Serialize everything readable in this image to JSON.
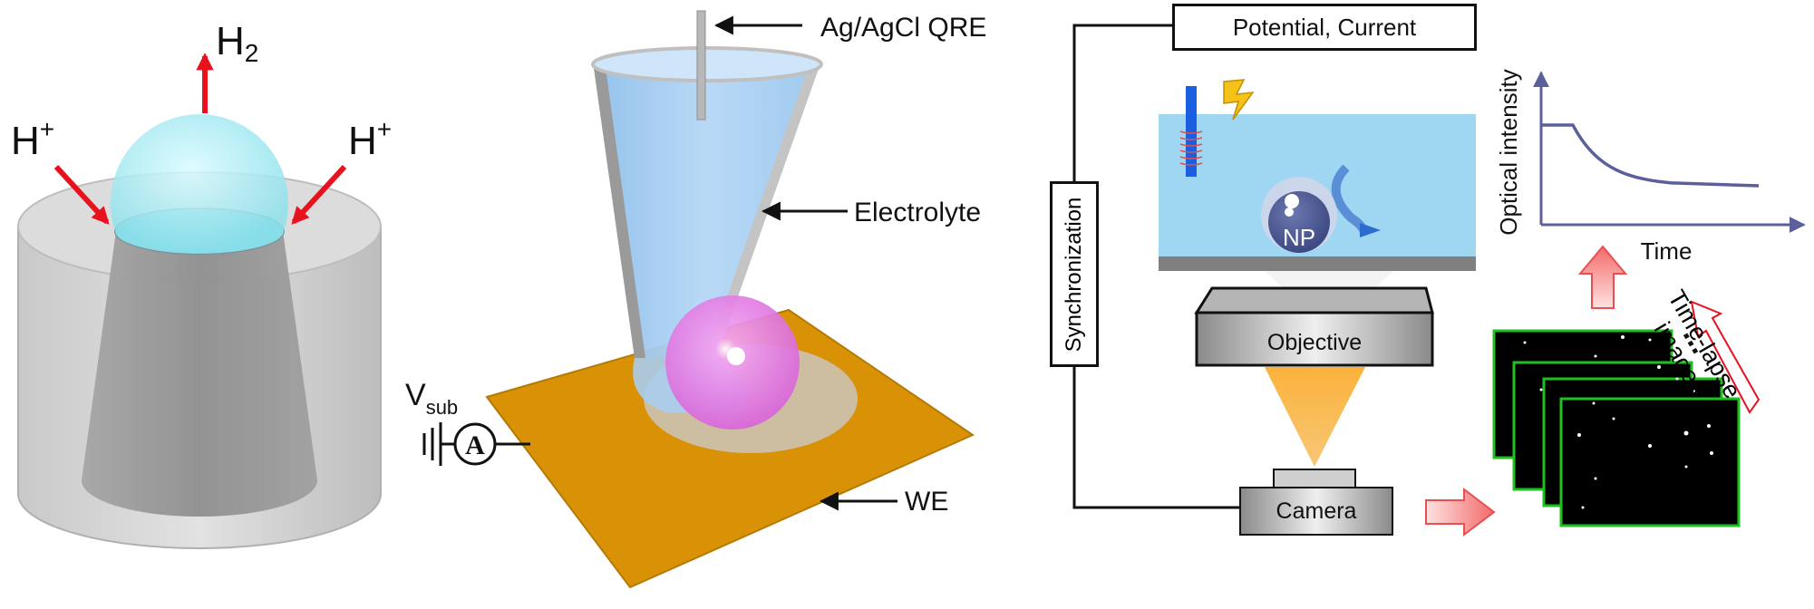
{
  "left_panel": {
    "h2_main": "H",
    "h2_sub": "2",
    "hplus_left_main": "H",
    "hplus_left_sup": "+",
    "hplus_right_main": "H",
    "hplus_right_sup": "+"
  },
  "middle_panel": {
    "reference_electrode": "Ag/AgCl QRE",
    "electrolyte": "Electrolyte",
    "working_electrode": "WE",
    "vsub_main": "V",
    "vsub_sub": "sub",
    "ammeter_symbol": "A"
  },
  "right_panel": {
    "potential_current": "Potential, Current",
    "synchronization": "Synchronization",
    "nanoparticle": "NP",
    "objective": "Objective",
    "camera": "Camera",
    "timelapse_line1": "Time-lapse",
    "timelapse_line2": "images",
    "ellipsis": "...",
    "plot_ylabel": "Optical intensity",
    "plot_xlabel": "Time"
  },
  "colors": {
    "arrow_red": "#e8121e",
    "electrolyte_blue": "#9fd6f2",
    "substrate_orange": "#d99206",
    "bubble_pink": "#e77de8",
    "bubble_cyan": "#a8eef5",
    "plot_line": "#5b5f9a",
    "frame_green": "#1ec21e",
    "cone_orange": "#f6b545"
  }
}
